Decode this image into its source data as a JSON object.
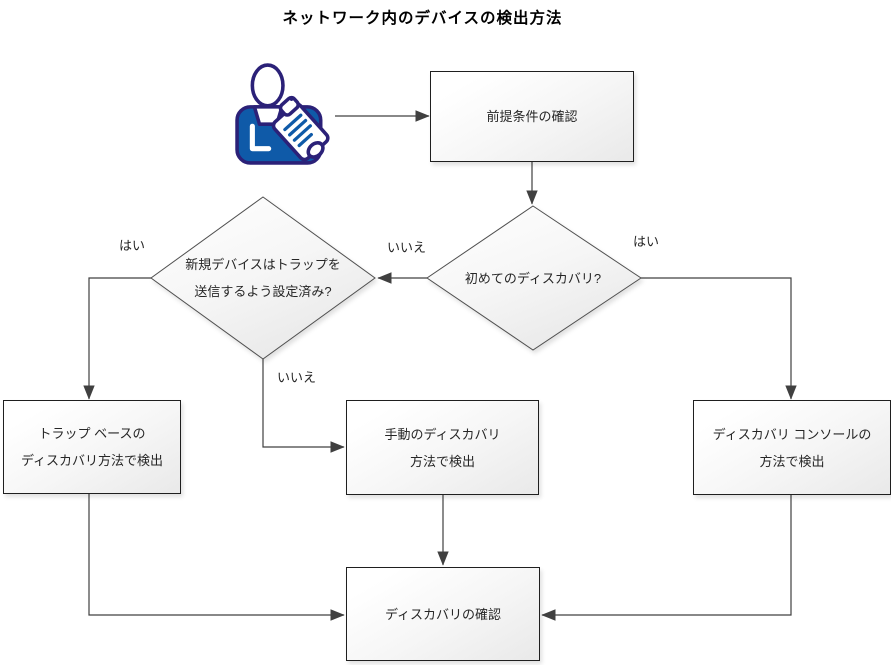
{
  "title": "ネットワーク内のデバイスの検出方法",
  "icons": {
    "person": "person-clipboard-icon"
  },
  "colors": {
    "node_fill_start": "#ffffff",
    "node_fill_end": "#ececec",
    "box_border": "#1f1f1f",
    "diamond_border": "#4f4f4f",
    "connector": "#404040",
    "person_blue": "#0f5aa8",
    "person_navy": "#2b2178",
    "text": "#262626"
  },
  "nodes": {
    "prerequisites": "前提条件の確認",
    "first_discovery": "初めてのディスカバリ?",
    "traps_configured": "新規デバイスはトラップを\n送信するよう設定済み?",
    "trap_based_detection": "トラップ ベースの\nディスカバリ方法で検出",
    "manual_detection": "手動のディスカバリ\n方法で検出",
    "console_detection": "ディスカバリ コンソールの\n方法で検出",
    "verify_discovery": "ディスカバリの確認"
  },
  "edge_labels": {
    "first_discovery_yes": "はい",
    "first_discovery_no": "いいえ",
    "traps_yes": "はい",
    "traps_no": "いいえ"
  }
}
